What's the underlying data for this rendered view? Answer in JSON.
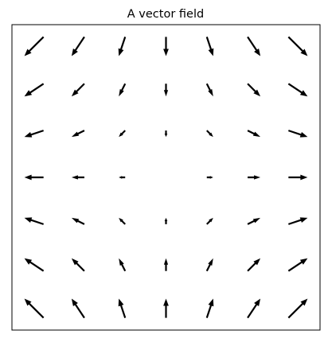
{
  "chart_data": {
    "type": "quiver",
    "title": "A vector field",
    "xlabel": "",
    "ylabel": "",
    "grid": false,
    "axis_ticks": false,
    "axis_tick_labels": false,
    "xlim": [
      -3.5,
      3.5
    ],
    "ylim": [
      -3.5,
      3.5
    ],
    "x": [
      -3,
      -2,
      -1,
      0,
      1,
      2,
      3
    ],
    "y": [
      3,
      2,
      1,
      0,
      -1,
      -2,
      -3
    ],
    "vector_field": {
      "u": "x",
      "v": "-y"
    },
    "arrow_color": "#000000",
    "background_color": "#ffffff"
  }
}
